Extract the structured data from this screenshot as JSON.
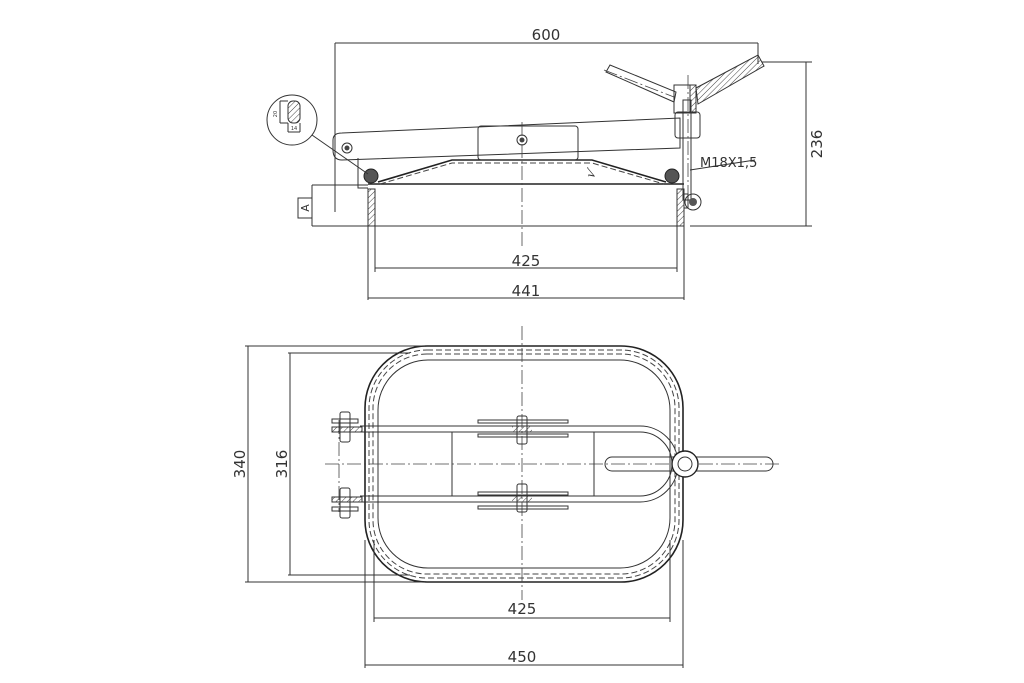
{
  "side_view": {
    "dimensions": {
      "overall_length": "600",
      "overall_height": "236",
      "inner_width": "425",
      "outer_width": "441",
      "thread": "M18X1,5",
      "datum": "A"
    },
    "gasket_detail": {
      "height": "20",
      "width": "14"
    }
  },
  "top_view": {
    "dimensions": {
      "outer_height": "340",
      "inner_height": "316",
      "inner_width": "425",
      "outer_width": "450"
    }
  },
  "colors": {
    "line": "#333333",
    "background": "#ffffff"
  }
}
